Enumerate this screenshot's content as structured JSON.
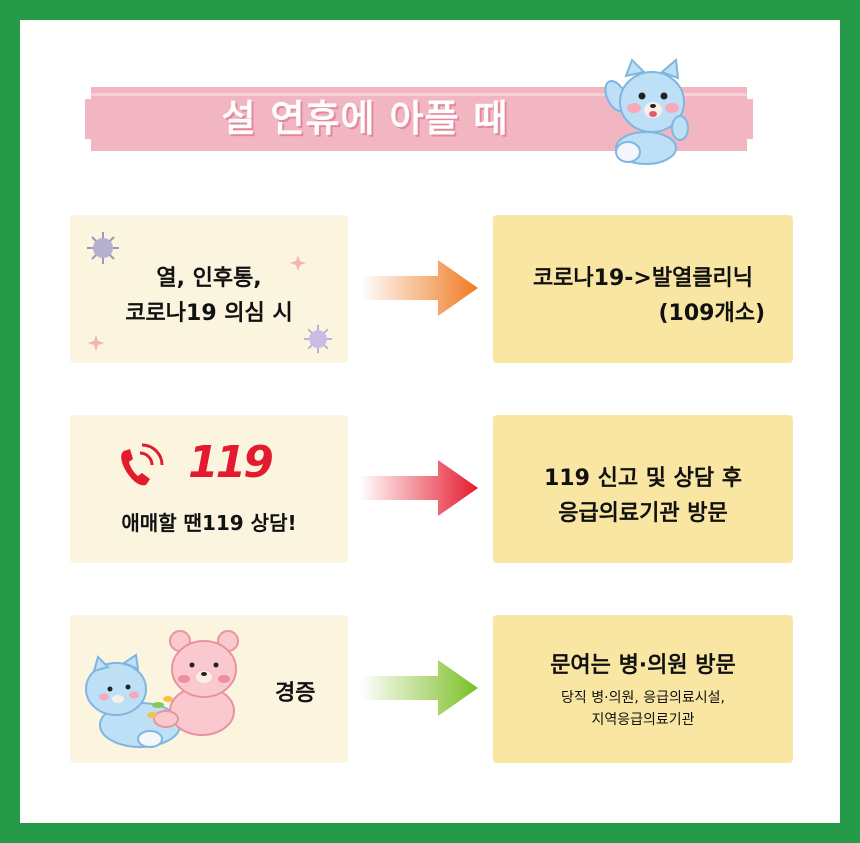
{
  "banner": {
    "title": "설 연휴에 아플 때"
  },
  "rows": [
    {
      "left_line1": "열, 인후통,",
      "left_line2": "코로나19 의심 시",
      "right_line1": "코로나19->발열클리닉",
      "right_line2": "(109개소)",
      "arrow_color": "#f07a24"
    },
    {
      "logo_text": "119",
      "left_line1": "애매할 땐119 상담!",
      "right_line1": "119 신고 및 상담 후",
      "right_line2": "응급의료기관 방문",
      "arrow_color": "#e41b2e"
    },
    {
      "left_line1": "경증",
      "right_line1": "문여는 병·의원 방문",
      "right_line2": "당직 병·의원, 응급의료시설,",
      "right_line3": "지역응급의료기관",
      "arrow_color": "#7cbf26"
    }
  ],
  "colors": {
    "frame": "#259a48",
    "banner": "#f2b6c3",
    "left_box": "#fbf4df",
    "right_box": "#f8e6a2"
  },
  "icons": [
    "bear-mascot-icon",
    "virus-icon",
    "flower-icon",
    "phone-icon",
    "two-bears-icon"
  ]
}
